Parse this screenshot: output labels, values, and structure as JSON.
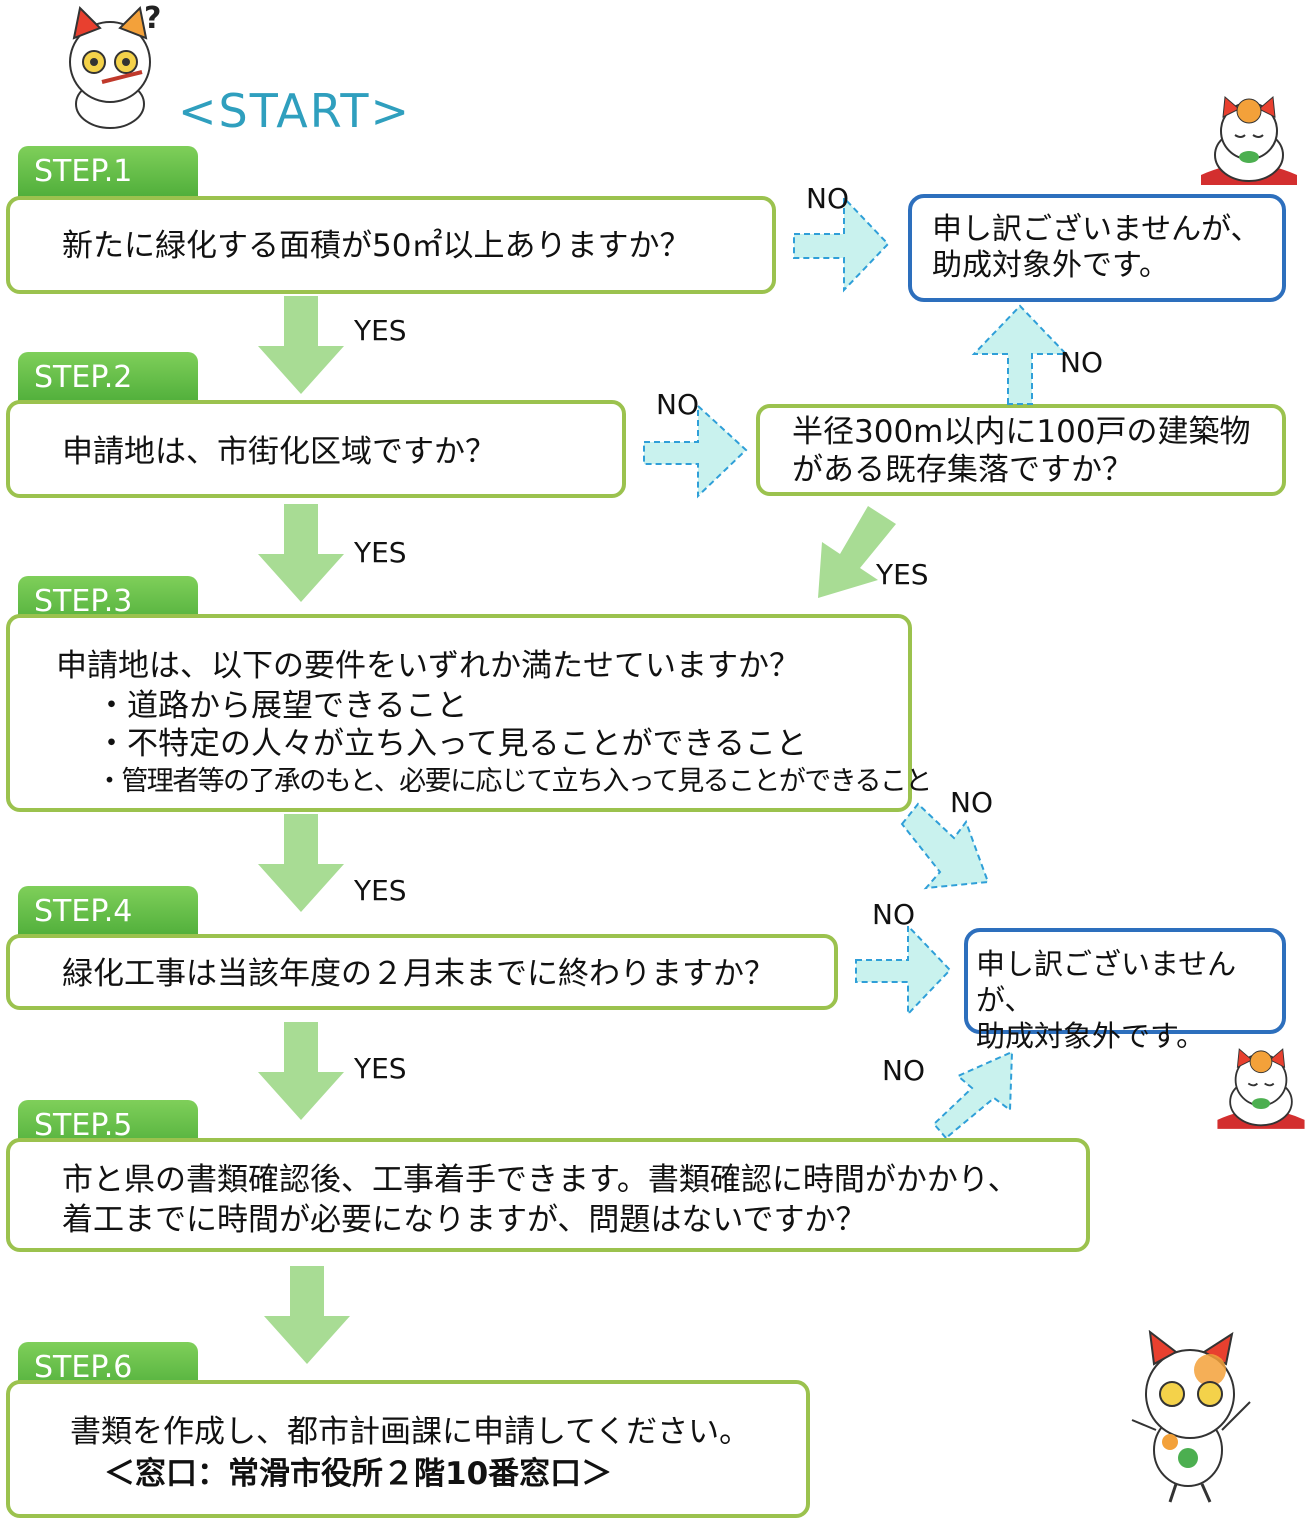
{
  "start_label": "<START>",
  "steps": [
    {
      "tab": "STEP.1",
      "question": "新たに緑化する面積が50㎡以上ありますか？"
    },
    {
      "tab": "STEP.2",
      "question": "申請地は、市街化区域ですか？"
    },
    {
      "tab": "STEP.3",
      "question": "申請地は、以下の要件をいずれか満たせていますか？",
      "bullets": [
        "・道路から展望できること",
        "・不特定の人々が立ち入って見ることができること",
        "・管理者等の了承のもと、必要に応じて立ち入って見ることができること"
      ]
    },
    {
      "tab": "STEP.4",
      "question": "緑化工事は当該年度の２月末までに終わりますか？"
    },
    {
      "tab": "STEP.5",
      "question_lines": [
        "市と県の書類確認後、工事着手できます。書類確認に時間がかかり、",
        "着工までに時間が必要になりますが、問題はないですか？"
      ]
    },
    {
      "tab": "STEP.6",
      "question": "書類を作成し、都市計画課に申請してください。",
      "window": "＜窓口：常滑市役所２階10番窓口＞"
    }
  ],
  "side_question": [
    "半径300m以内に100戸の建築物",
    "がある既存集落ですか？"
  ],
  "reject_top": [
    "申し訳ございませんが、",
    "助成対象外です。"
  ],
  "reject_bottom": [
    "申し訳ございませんが、",
    "助成対象外です。"
  ],
  "labels": {
    "yes": "YES",
    "no": "NO"
  },
  "colors": {
    "green_border": "#9bc24e",
    "tab_green": "#5cb845",
    "blue_border": "#2d6fbd",
    "start_text": "#2f9fbe",
    "down_arrow": "#a8dc94",
    "no_arrow_fill": "#c9f2ee"
  },
  "icons": [
    "cat-mascot-thinking",
    "cat-mascot-bowing",
    "cat-mascot-bowing",
    "cat-mascot-dancing"
  ]
}
